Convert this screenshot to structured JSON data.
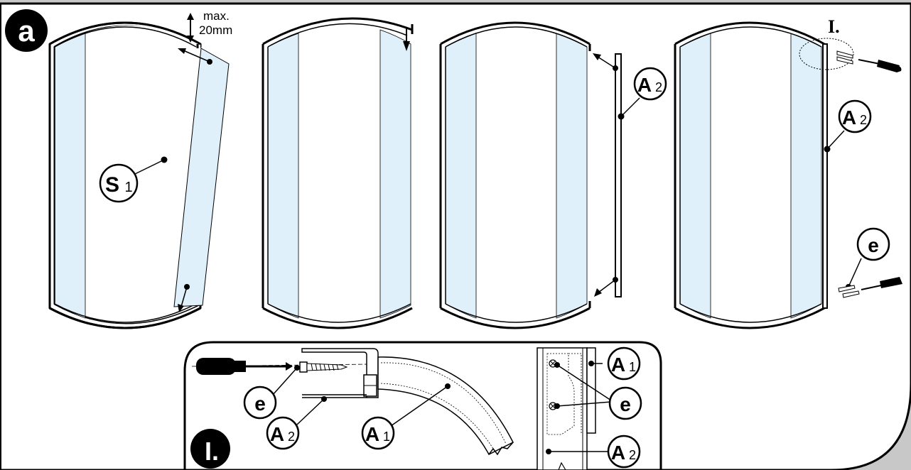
{
  "step_label": "a",
  "detail_label": "I.",
  "detail_marker": "I.",
  "max_note": {
    "line1": "max.",
    "line2": "20mm"
  },
  "callouts": {
    "s1": {
      "letter": "S",
      "sub": "1"
    },
    "a2_panel3": {
      "letter": "A",
      "sub": "2"
    },
    "a2_panel4": {
      "letter": "A",
      "sub": "2"
    },
    "e_panel4": {
      "letter": "e",
      "sub": ""
    },
    "e_detail_left": {
      "letter": "e",
      "sub": ""
    },
    "a2_detail_left": {
      "letter": "A",
      "sub": "2"
    },
    "a1_detail_left": {
      "letter": "A",
      "sub": "1"
    },
    "a1_detail_right": {
      "letter": "A",
      "sub": "1"
    },
    "e_detail_right": {
      "letter": "e",
      "sub": ""
    },
    "a2_detail_right": {
      "letter": "A",
      "sub": "2"
    }
  },
  "colors": {
    "background": "#c8c8c8",
    "panel": "#ffffff",
    "glass": "#dff0fb",
    "ink": "#000000"
  }
}
